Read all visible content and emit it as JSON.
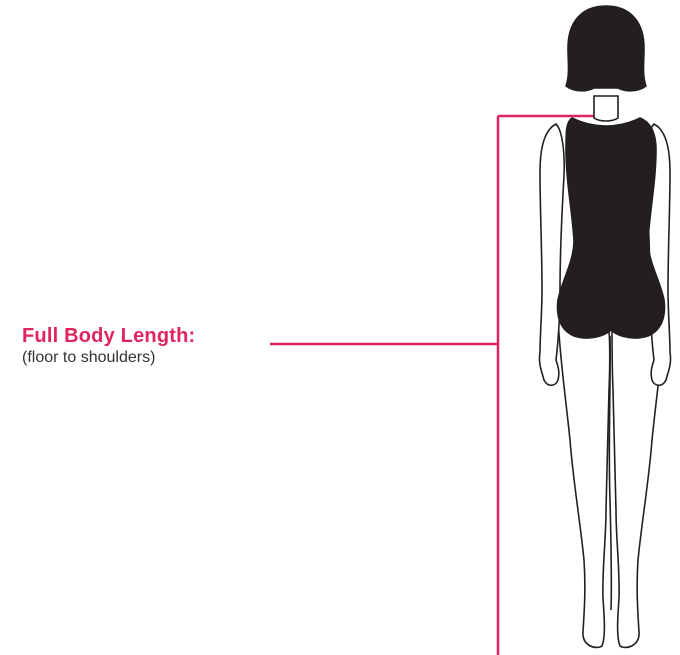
{
  "measurement": {
    "title": "Full Body Length:",
    "subtitle": "(floor to shoulders)"
  },
  "colors": {
    "accent": "#e0245e",
    "figure_fill": "#231f20",
    "figure_outline": "#231f20",
    "skin": "#ffffff"
  },
  "icons": {
    "figure": "body-figure-back-view"
  }
}
